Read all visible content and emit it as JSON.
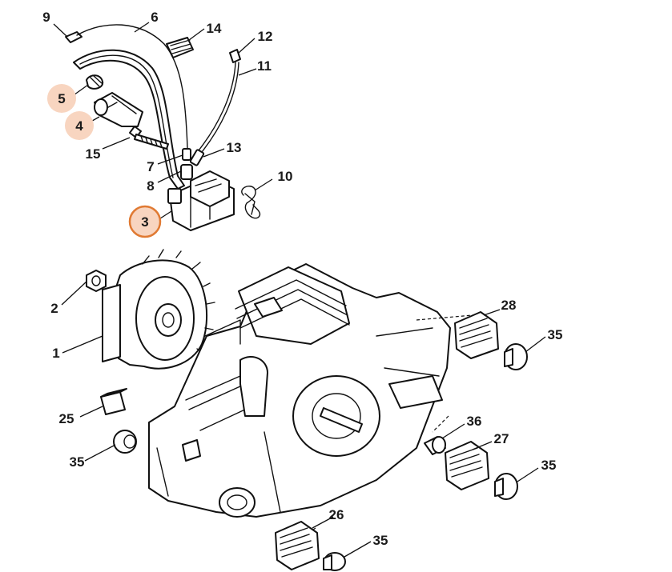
{
  "highlight": {
    "fill": "#f8d5c0",
    "ring": "#e07a33"
  },
  "callouts": [
    {
      "id": "c9",
      "label": "9",
      "style": "plain"
    },
    {
      "id": "c6",
      "label": "6",
      "style": "plain"
    },
    {
      "id": "c14",
      "label": "14",
      "style": "plain"
    },
    {
      "id": "c12",
      "label": "12",
      "style": "plain"
    },
    {
      "id": "c11",
      "label": "11",
      "style": "plain"
    },
    {
      "id": "c5",
      "label": "5",
      "style": "highlight"
    },
    {
      "id": "c4",
      "label": "4",
      "style": "highlight"
    },
    {
      "id": "c15",
      "label": "15",
      "style": "plain"
    },
    {
      "id": "c13",
      "label": "13",
      "style": "plain"
    },
    {
      "id": "c7",
      "label": "7",
      "style": "plain"
    },
    {
      "id": "c8",
      "label": "8",
      "style": "plain"
    },
    {
      "id": "c10",
      "label": "10",
      "style": "plain"
    },
    {
      "id": "c3",
      "label": "3",
      "style": "selected"
    },
    {
      "id": "c2",
      "label": "2",
      "style": "plain"
    },
    {
      "id": "c1",
      "label": "1",
      "style": "plain"
    },
    {
      "id": "c28",
      "label": "28",
      "style": "plain"
    },
    {
      "id": "c35a",
      "label": "35",
      "style": "plain"
    },
    {
      "id": "c25",
      "label": "25",
      "style": "plain"
    },
    {
      "id": "c36",
      "label": "36",
      "style": "plain"
    },
    {
      "id": "c27",
      "label": "27",
      "style": "plain"
    },
    {
      "id": "c35b",
      "label": "35",
      "style": "plain"
    },
    {
      "id": "c35c",
      "label": "35",
      "style": "plain"
    },
    {
      "id": "c26",
      "label": "26",
      "style": "plain"
    },
    {
      "id": "c35d",
      "label": "35",
      "style": "plain"
    }
  ]
}
